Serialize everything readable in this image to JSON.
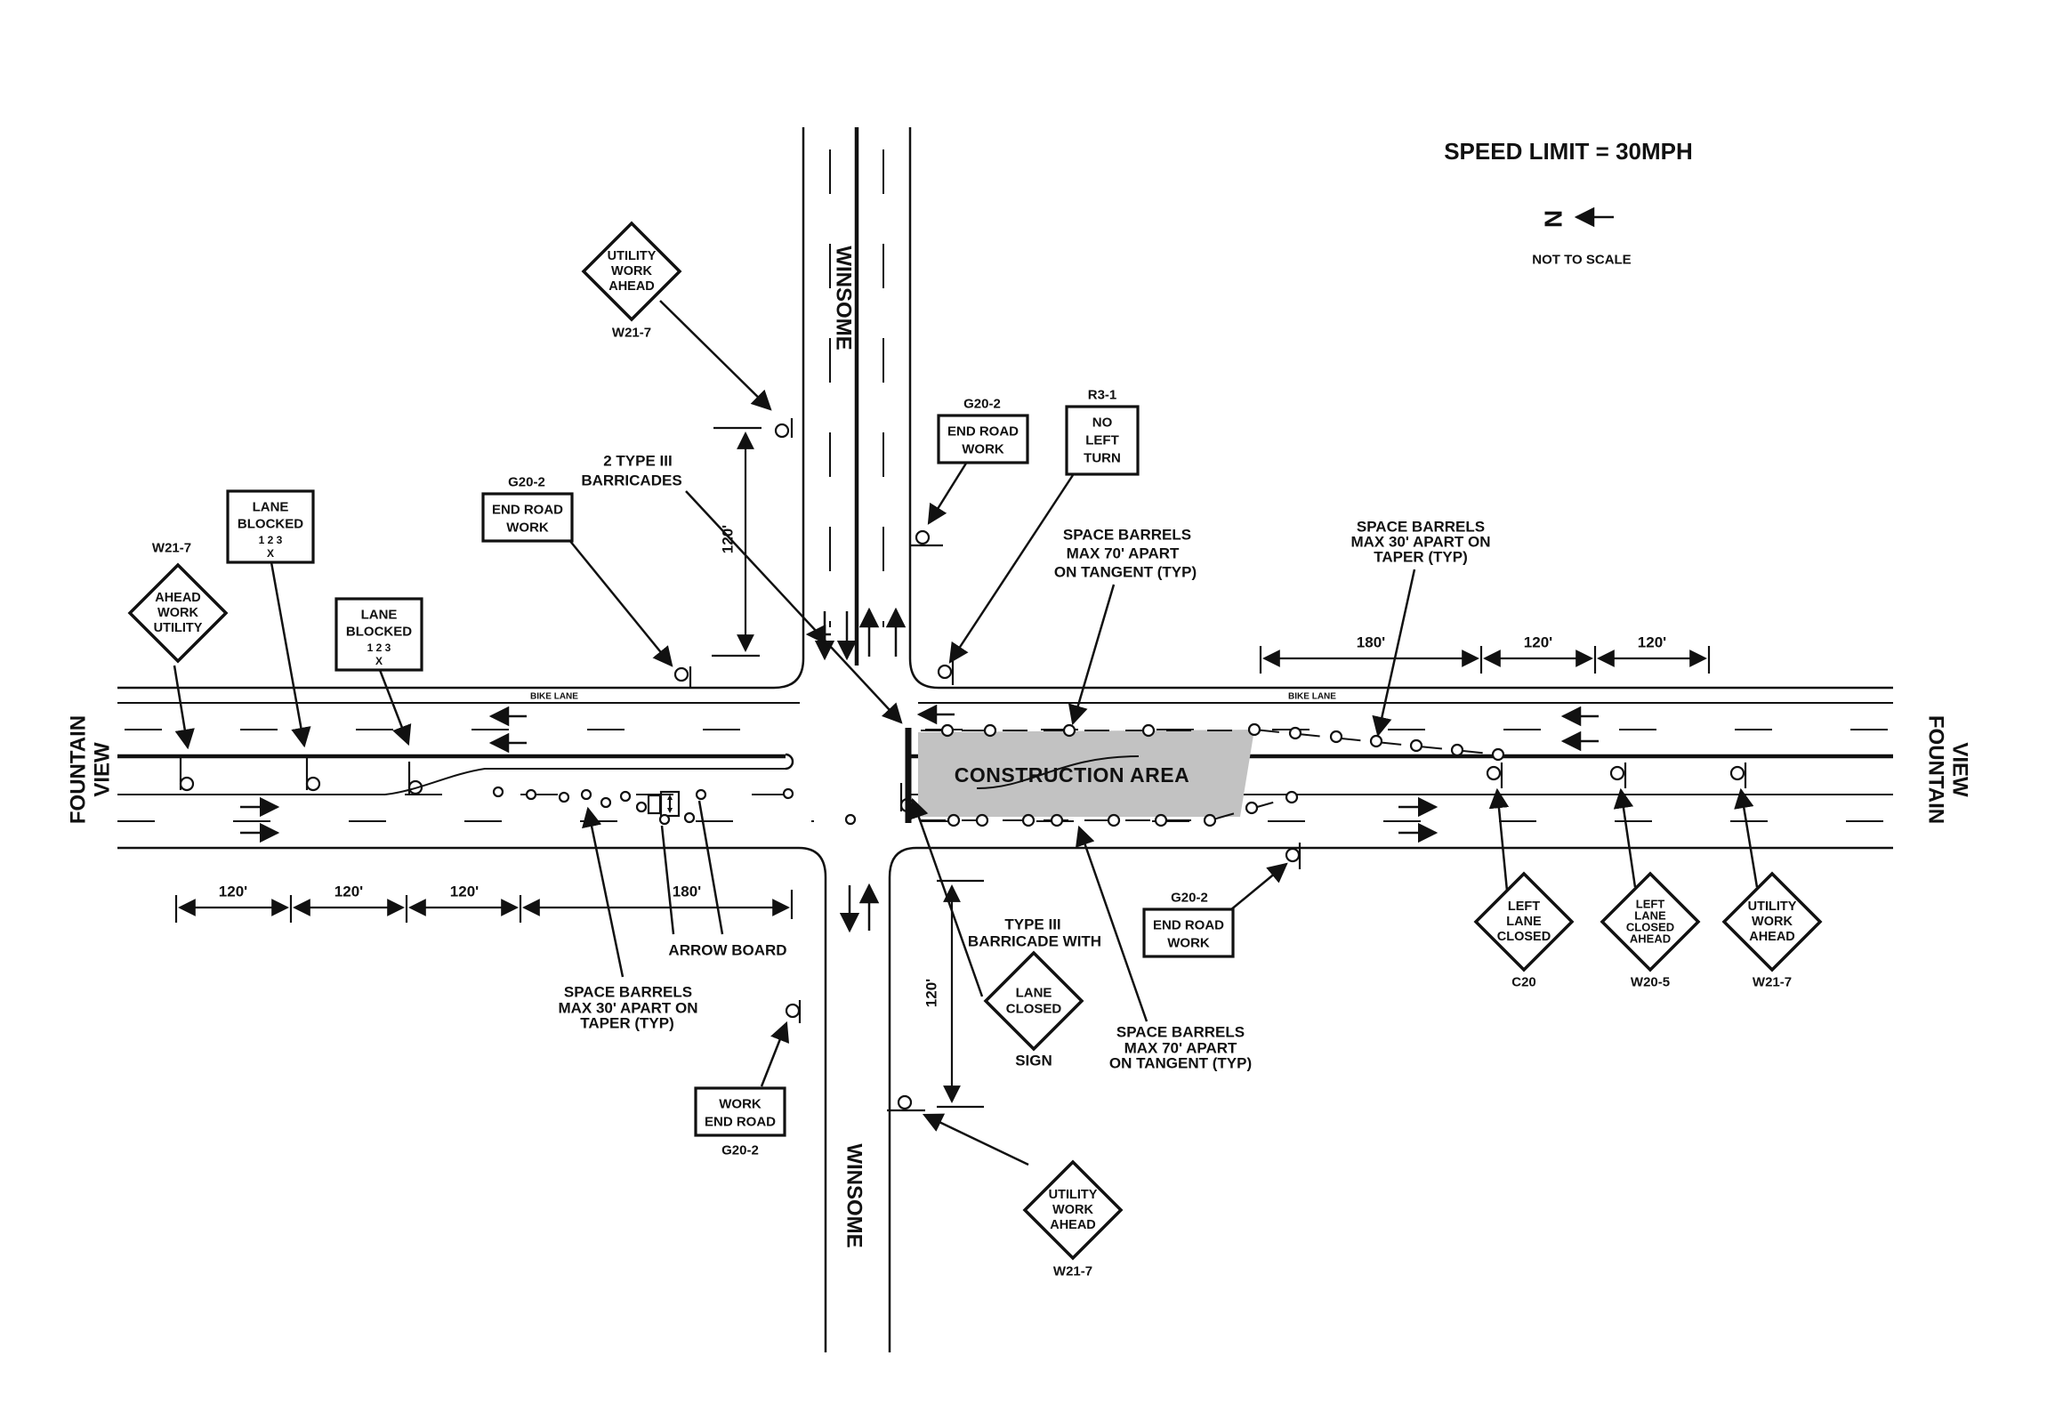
{
  "colors": {
    "construction_fill": "#c2c2c2",
    "ink": "#111111",
    "background": "#ffffff"
  },
  "title": "SPEED LIMIT = 30MPH",
  "north_indicator": {
    "letter": "N",
    "note": "NOT TO SCALE"
  },
  "streets": {
    "winsome": "WINSOME",
    "fountain": "FOUNTAIN",
    "view": "VIEW"
  },
  "road_labels": {
    "bike_lane": "BIKE LANE",
    "construction_area": "CONSTRUCTION AREA"
  },
  "signs": {
    "w217_north": {
      "code": "W21-7",
      "lines": [
        "UTILITY",
        "WORK",
        "AHEAD"
      ]
    },
    "w217_west": {
      "code": "W21-7",
      "lines": [
        "AHEAD",
        "WORK",
        "UTILITY"
      ]
    },
    "w217_south": {
      "code": "W21-7",
      "lines": [
        "UTILITY",
        "WORK",
        "AHEAD"
      ]
    },
    "w217_east": {
      "code": "W21-7",
      "lines": [
        "UTILITY",
        "WORK",
        "AHEAD"
      ]
    },
    "c20": {
      "code": "C20",
      "lines": [
        "LEFT",
        "LANE",
        "CLOSED"
      ]
    },
    "w205": {
      "code": "W20-5",
      "lines": [
        "LEFT",
        "LANE",
        "CLOSED",
        "AHEAD"
      ]
    },
    "r31": {
      "code": "R3-1",
      "lines": [
        "NO",
        "LEFT",
        "TURN"
      ]
    },
    "g202_north": {
      "code": "G20-2",
      "lines": [
        "END ROAD",
        "WORK"
      ]
    },
    "g202_west": {
      "code": "G20-2",
      "lines": [
        "END ROAD",
        "WORK"
      ]
    },
    "g202_southeast": {
      "code": "G20-2",
      "lines": [
        "END ROAD",
        "WORK"
      ]
    },
    "g202_southwest": {
      "code": "G20-2",
      "lines": [
        "WORK",
        "END ROAD"
      ]
    },
    "lane_blocked_1": {
      "lines": [
        "LANE",
        "BLOCKED",
        "1 2 3",
        "X"
      ]
    },
    "lane_blocked_2": {
      "lines": [
        "LANE",
        "BLOCKED",
        "1 2 3",
        "X"
      ]
    },
    "lane_closed_diamond": {
      "lines": [
        "LANE",
        "CLOSED"
      ]
    }
  },
  "annotations": {
    "two_type_iii": {
      "lines": [
        "2 TYPE III",
        "BARRICADES"
      ]
    },
    "space_barrels_70_north": {
      "lines": [
        "SPACE BARRELS",
        "MAX 70' APART",
        "ON TANGENT (TYP)"
      ]
    },
    "space_barrels_30_northeast": {
      "lines": [
        "SPACE BARRELS",
        "MAX 30' APART ON",
        "TAPER (TYP)"
      ]
    },
    "space_barrels_30_southwest": {
      "lines": [
        "SPACE BARRELS",
        "MAX 30' APART ON",
        "TAPER (TYP)"
      ]
    },
    "space_barrels_70_south": {
      "lines": [
        "SPACE BARRELS",
        "MAX 70' APART",
        "ON TANGENT (TYP)"
      ]
    },
    "arrow_board": "ARROW BOARD",
    "type_iii_with_sign": {
      "top": [
        "TYPE III",
        "BARRICADE WITH"
      ],
      "bottom": "SIGN"
    }
  },
  "dimensions": {
    "west": [
      "120'",
      "120'",
      "120'",
      "180'"
    ],
    "east": [
      "180'",
      "120'",
      "120'"
    ],
    "winsome_north": "120'",
    "winsome_south": "120'"
  }
}
